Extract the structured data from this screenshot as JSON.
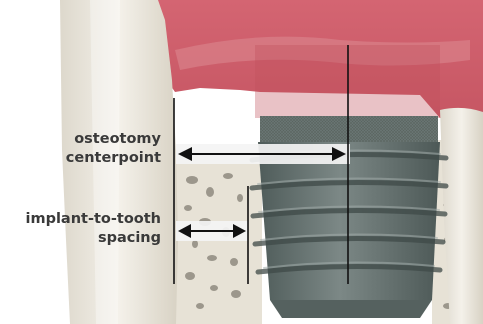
{
  "annotations": {
    "osteotomy_centerpoint": {
      "line1": "osteotomy",
      "line2": "centerpoint"
    },
    "implant_to_tooth_spacing": {
      "line1": "implant-to-tooth",
      "line2": "spacing"
    }
  },
  "colors": {
    "gum": "#cf5f6b",
    "gum_light": "#dd8a91",
    "bone": "#e9e4da",
    "tooth": "#f1ede4",
    "implant": "#5e6b69",
    "implant_light": "#7c8886",
    "arrow": "#111111",
    "label_box": "#f4f4f4",
    "label_text": "#3a3a3a"
  }
}
